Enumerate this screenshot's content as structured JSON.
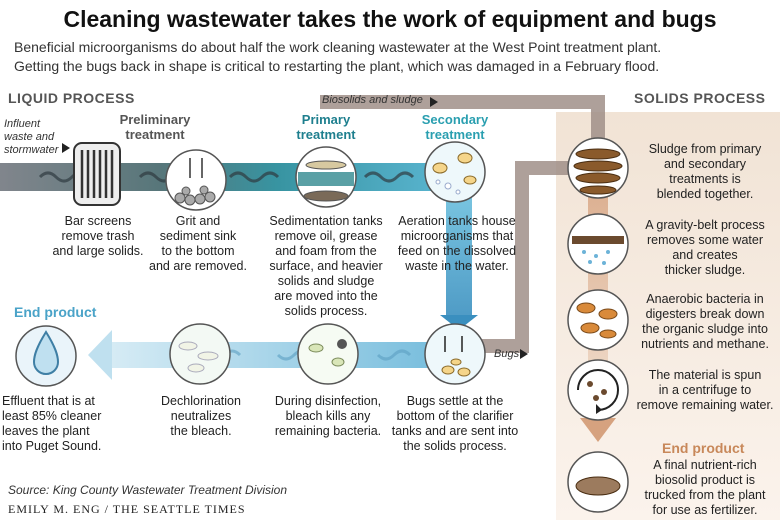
{
  "title": "Cleaning wastewater takes the work of equipment and bugs",
  "subtitle_line1": "Beneficial microorganisms do about half the work cleaning wastewater at the West Point treatment plant.",
  "subtitle_line2": "Getting the bugs back in shape is critical to restarting the plant, which was damaged in a February flood.",
  "liquid_process": {
    "heading": "LIQUID PROCESS",
    "influent_label_1": "Influent",
    "influent_label_2": "waste and",
    "influent_label_3": "stormwater",
    "preliminary": {
      "heading_1": "Preliminary",
      "heading_2": "treatment",
      "bar_caption_1": "Bar screens",
      "bar_caption_2": "remove trash",
      "bar_caption_3": "and large solids.",
      "grit_caption_1": "Grit and",
      "grit_caption_2": "sediment sink",
      "grit_caption_3": "to the bottom",
      "grit_caption_4": "and are removed."
    },
    "primary": {
      "heading_1": "Primary",
      "heading_2": "treatment",
      "caption_1": "Sedimentation tanks",
      "caption_2": "remove oil, grease",
      "caption_3": "and foam from the",
      "caption_4": "surface, and heavier",
      "caption_5": "solids and sludge",
      "caption_6": "are moved into the",
      "caption_7": "solids process."
    },
    "secondary": {
      "heading_1": "Secondary",
      "heading_2": "treatment",
      "caption_1": "Aeration tanks house",
      "caption_2": "microorganisms that",
      "caption_3": "feed on the dissolved",
      "caption_4": "waste in the water."
    },
    "clarifier": {
      "caption_1": "Bugs settle at the",
      "caption_2": "bottom of the clarifier",
      "caption_3": "tanks and are sent into",
      "caption_4": "the solids process."
    },
    "disinfection": {
      "caption_1": "During disinfection,",
      "caption_2": "bleach kills any",
      "caption_3": "remaining bacteria."
    },
    "dechlorination": {
      "caption_1": "Dechlorination",
      "caption_2": "neutralizes",
      "caption_3": "the bleach."
    },
    "end_product": {
      "heading": "End product",
      "caption_1": "Effluent that is at",
      "caption_2": "least 85% cleaner",
      "caption_3": "leaves the plant",
      "caption_4": "into Puget Sound."
    },
    "biosolids_label": "Biosolids and sludge",
    "bugs_label": "Bugs"
  },
  "solids_process": {
    "heading": "SOLIDS PROCESS",
    "blend_1": "Sludge from primary",
    "blend_2": "and secondary",
    "blend_3": "treatments is",
    "blend_4": "blended together.",
    "gravity_1": "A gravity-belt process",
    "gravity_2": "removes some water",
    "gravity_3": "and creates",
    "gravity_4": "thicker sludge.",
    "anaerobic_1": "Anaerobic bacteria in",
    "anaerobic_2": "digesters break down",
    "anaerobic_3": "the organic sludge into",
    "anaerobic_4": "nutrients and methane.",
    "centrifuge_1": "The material is spun",
    "centrifuge_2": "in a centrifuge to",
    "centrifuge_3": "remove remaining water.",
    "end_heading": "End product",
    "end_1": "A final nutrient-rich",
    "end_2": "biosolid product is",
    "end_3": "trucked from the plant",
    "end_4": "for use as fertilizer."
  },
  "source": "Source: King County Wastewater Treatment Division",
  "credit": "EMILY M. ENG / THE SEATTLE TIMES",
  "colors": {
    "liquid_head": "#555555",
    "primary_teal": "#1e7f8e",
    "secondary_teal": "#2a9fb0",
    "end_blue": "#4aa3c8",
    "solids_brown": "#8a5a3b",
    "end_brown": "#c8885a"
  }
}
